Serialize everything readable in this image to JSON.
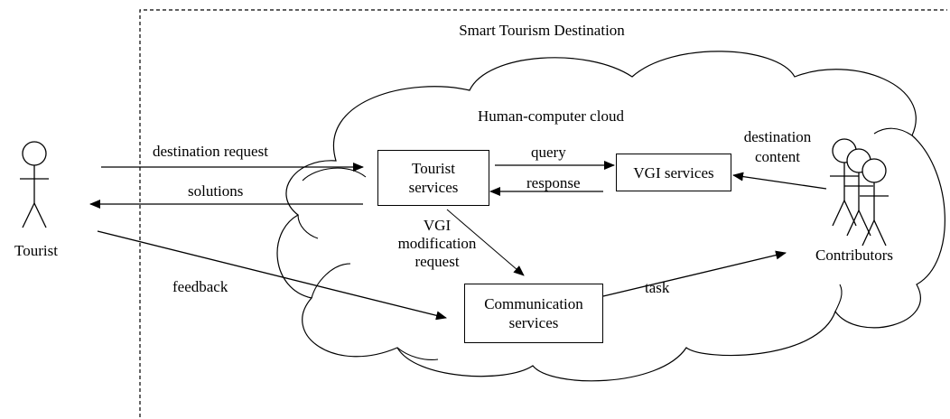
{
  "region": {
    "title": "Smart Tourism Destination"
  },
  "cloud": {
    "title": "Human-computer cloud"
  },
  "actors": {
    "tourist": "Tourist",
    "contributors": "Contributors"
  },
  "boxes": {
    "tourist_services": [
      "Tourist",
      "services"
    ],
    "vgi_services": "VGI services",
    "communication_services": [
      "Communication",
      "services"
    ]
  },
  "arrows": {
    "destination_request": "destination request",
    "solutions": "solutions",
    "feedback": "feedback",
    "query": "query",
    "response": "response",
    "vgi_modification": [
      "VGI",
      "modification",
      "request"
    ],
    "destination_content": [
      "destination",
      "content"
    ],
    "task": "task"
  }
}
